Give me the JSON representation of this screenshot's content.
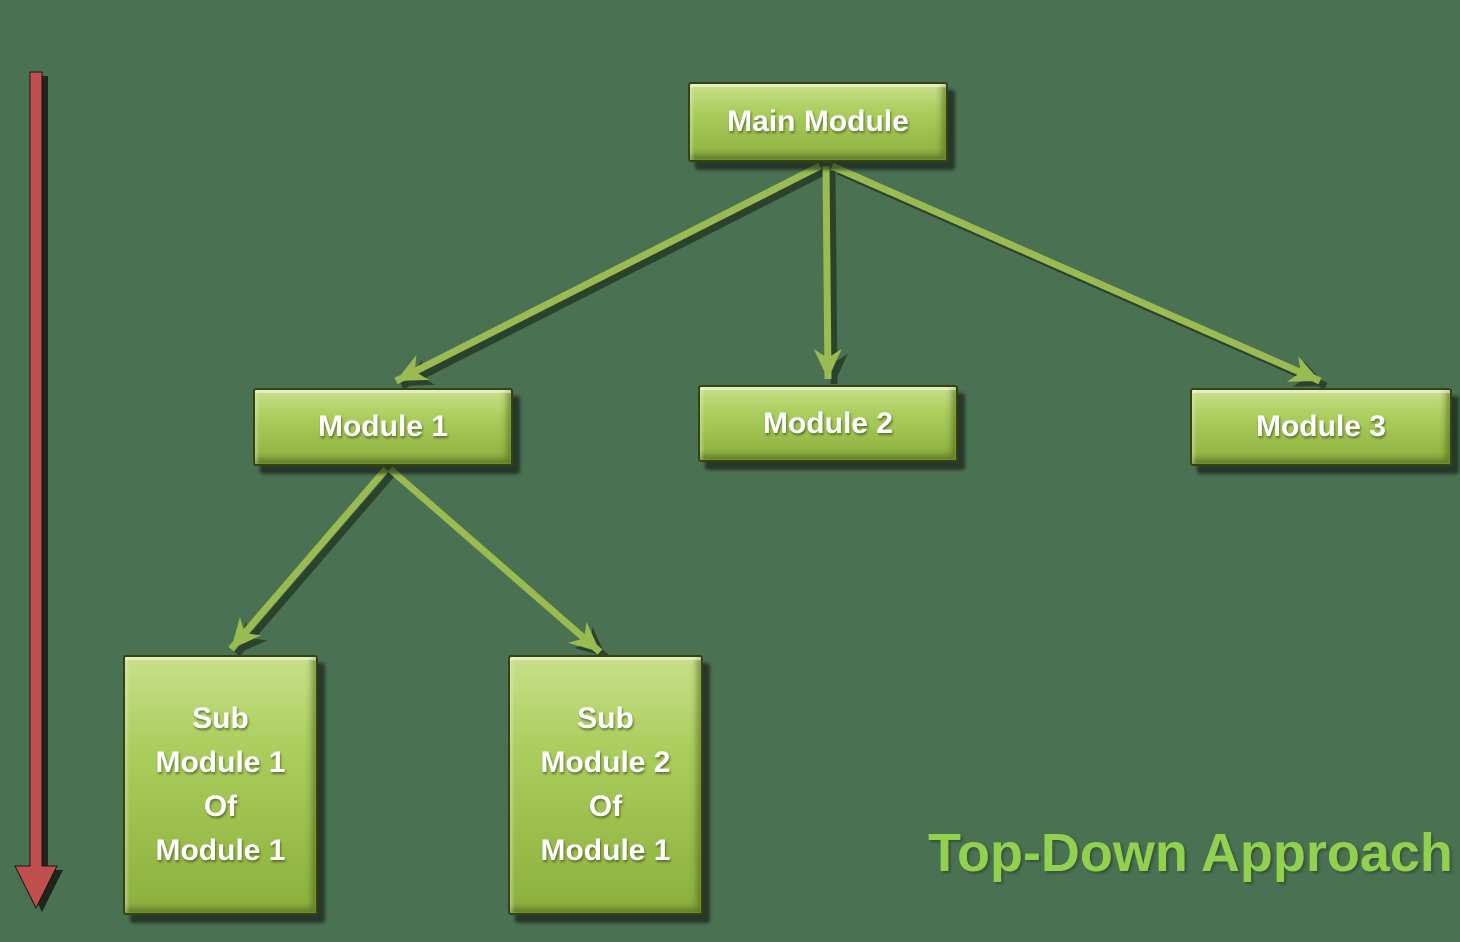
{
  "diagram": {
    "title": "Top-Down Approach",
    "nodes": {
      "main": {
        "label": "Main Module"
      },
      "module1": {
        "label": "Module 1"
      },
      "module2": {
        "label": "Module 2"
      },
      "module3": {
        "label": "Module 3"
      },
      "sub1": {
        "label": "Sub\nModule 1\nOf\nModule 1"
      },
      "sub2": {
        "label": "Sub\nModule 2\nOf\nModule 1"
      }
    },
    "edges": [
      {
        "from": "main",
        "to": "module1"
      },
      {
        "from": "main",
        "to": "module2"
      },
      {
        "from": "main",
        "to": "module3"
      },
      {
        "from": "module1",
        "to": "sub1"
      },
      {
        "from": "module1",
        "to": "sub2"
      }
    ],
    "colors": {
      "background": "#4a7152",
      "node_fill_top": "#c8e08a",
      "node_fill_bottom": "#8cb03e",
      "node_border": "#37430e",
      "node_text": "#ffffff",
      "connector": "#9aba52",
      "caption_text": "#92d050",
      "direction_arrow": "#c0504d",
      "shadow": "#000000"
    }
  }
}
